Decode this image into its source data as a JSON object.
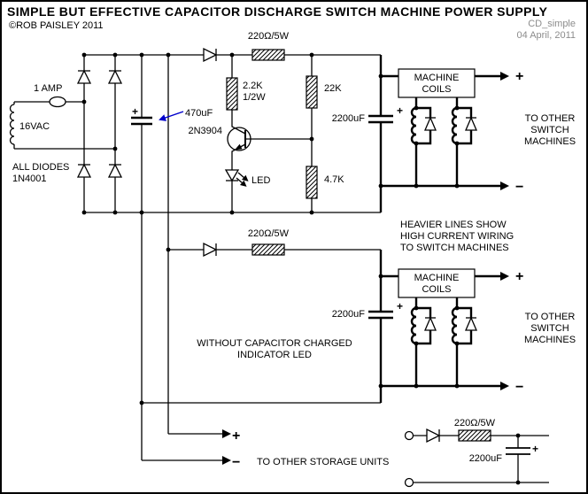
{
  "header": {
    "title": "SIMPLE BUT EFFECTIVE CAPACITOR DISCHARGE SWITCH MACHINE POWER SUPPLY",
    "copyright": "©ROB PAISLEY 2011",
    "file_id": "CD_simple",
    "date": "04 April, 2011"
  },
  "symbols": {
    "plus": "+",
    "minus": "−"
  },
  "input": {
    "fuse": "1 AMP",
    "voltage": "16VAC",
    "diode_note_line1": "ALL DIODES",
    "diode_note_line2": "1N4001",
    "filter_cap": "470uF"
  },
  "supply1": {
    "charge_resistor": "220Ω/5W",
    "bias_resistor": "2.2K",
    "bias_resistor_rating": "1/2W",
    "base_resistor": "22K",
    "transistor": "2N3904",
    "led": "LED",
    "emitter_resistor": "4.7K",
    "storage_cap": "2200uF",
    "coils_line1": "MACHINE",
    "coils_line2": "COILS",
    "to_other_line1": "TO OTHER",
    "to_other_line2": "SWITCH",
    "to_other_line3": "MACHINES"
  },
  "notes": {
    "heavy_line1": "HEAVIER LINES SHOW",
    "heavy_line2": "HIGH CURRENT WIRING",
    "heavy_line3": "TO SWITCH MACHINES",
    "no_led_line1": "WITHOUT CAPACITOR CHARGED",
    "no_led_line2": "INDICATOR LED",
    "storage_units": "TO OTHER STORAGE UNITS"
  },
  "supply2": {
    "charge_resistor": "220Ω/5W",
    "storage_cap": "2200uF",
    "coils_line1": "MACHINE",
    "coils_line2": "COILS",
    "to_other_line1": "TO OTHER",
    "to_other_line2": "SWITCH",
    "to_other_line3": "MACHINES"
  },
  "supply3": {
    "charge_resistor": "220Ω/5W",
    "storage_cap": "2200uF"
  }
}
